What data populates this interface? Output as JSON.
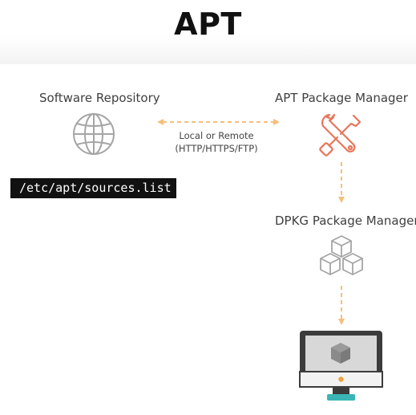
{
  "title": "APT",
  "nodes": {
    "repository": {
      "label": "Software Repository",
      "icon": "globe-icon"
    },
    "apt": {
      "label": "APT  Package Manager",
      "icon": "tools-icon"
    },
    "dpkg": {
      "label": "DPKG Package Manager",
      "icon": "boxes-icon"
    },
    "computer": {
      "icon": "computer-package-icon"
    }
  },
  "connection": {
    "line1": "Local or  Remote",
    "line2": "(HTTP/HTTPS/FTP)"
  },
  "sources_file": "/etc/apt/sources.list",
  "colors": {
    "accent": "#e8765a",
    "arrow": "#f5bf7a",
    "icon_gray": "#a5a5a5",
    "screen_gray": "#d8d8d8",
    "teal": "#3ab5b5"
  }
}
